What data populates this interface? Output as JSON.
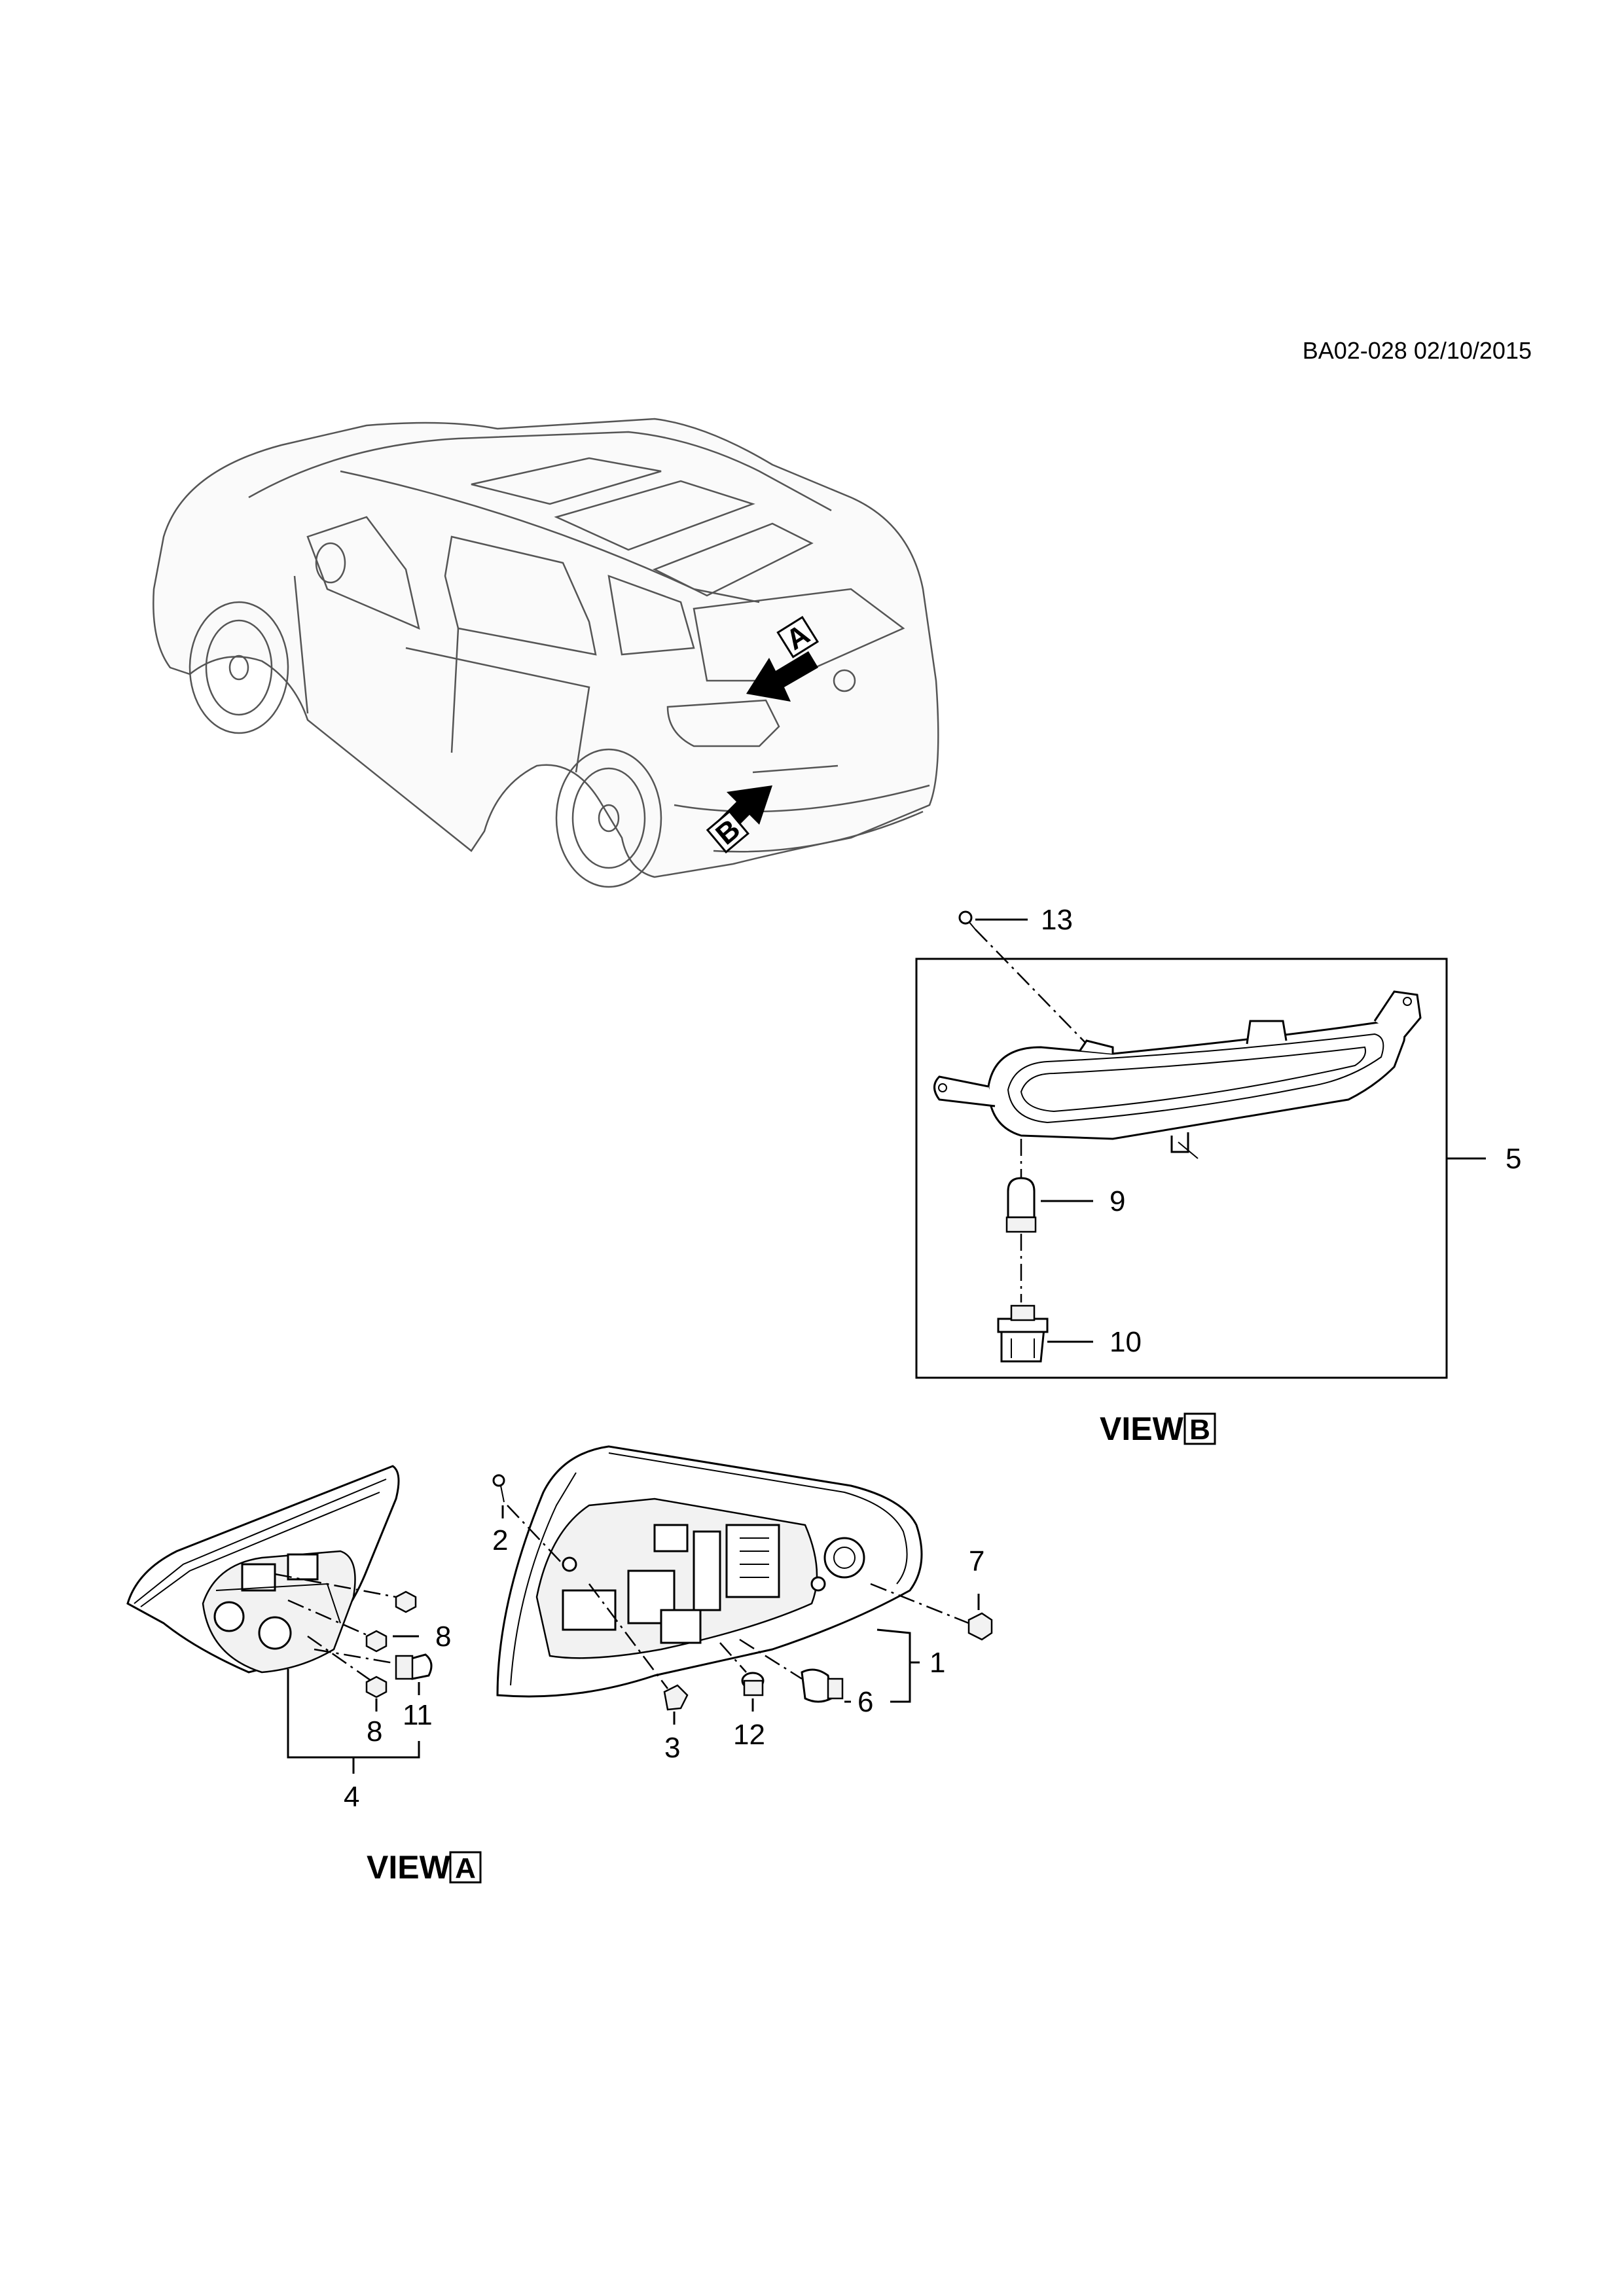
{
  "drawing_ref": "BA02-028 02/10/2015",
  "views": {
    "view_a": {
      "word": "VIEW",
      "letter": "A"
    },
    "view_b": {
      "word": "VIEW",
      "letter": "B"
    }
  },
  "arrow_markers": {
    "a": "A",
    "b": "B"
  },
  "callouts": {
    "c1": "1",
    "c2": "2",
    "c3": "3",
    "c4": "4",
    "c5": "5",
    "c6": "6",
    "c7": "7",
    "c8a": "8",
    "c8b": "8",
    "c9": "9",
    "c10": "10",
    "c11": "11",
    "c12": "12",
    "c13": "13"
  }
}
